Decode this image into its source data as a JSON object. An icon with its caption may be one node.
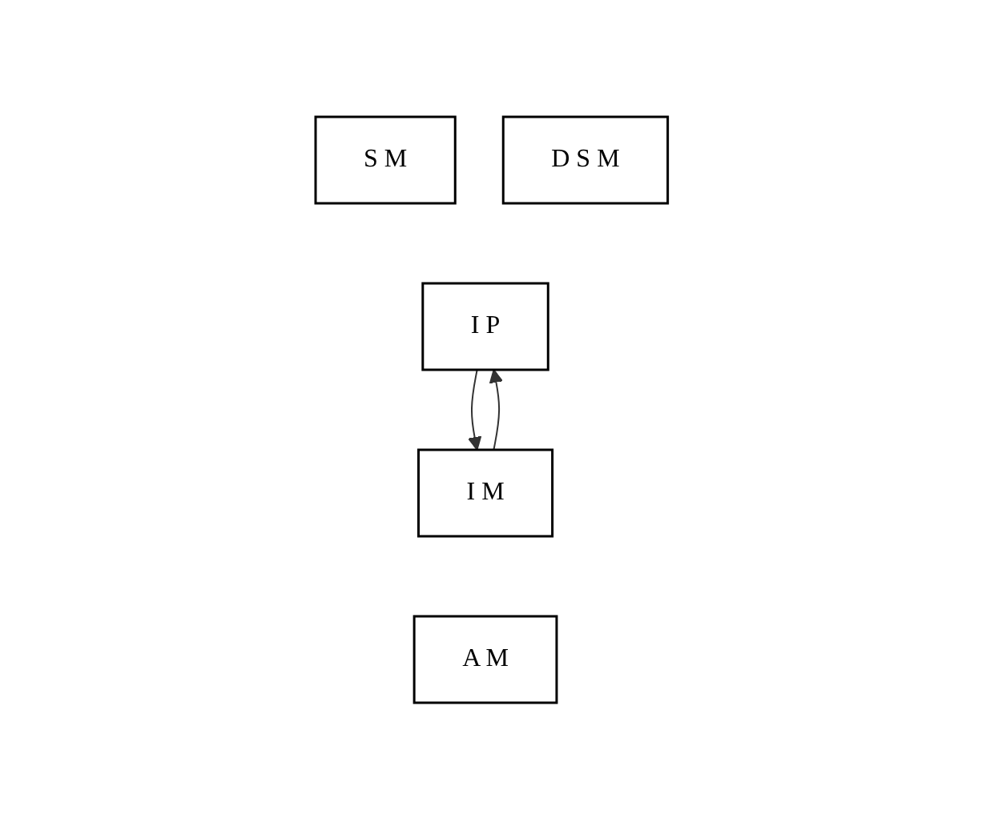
{
  "diagram": {
    "nodes": [
      {
        "text": [
          "S M"
        ]
      },
      {
        "text": [
          "D S M"
        ]
      },
      {
        "text": [
          "I P"
        ]
      },
      {
        "text": [
          "I M"
        ]
      },
      {
        "text": [
          "A M"
        ]
      }
    ],
    "edges": [
      {
        "from": 3,
        "to": 2,
        "arrow": "to"
      },
      {
        "from": 2,
        "to": 3,
        "arrow": "to"
      }
    ]
  }
}
